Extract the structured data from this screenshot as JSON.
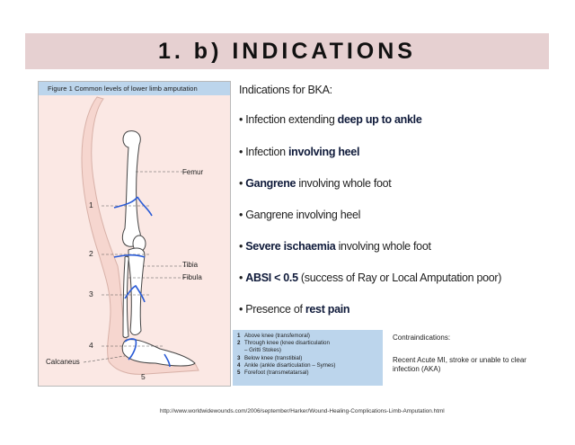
{
  "slide": {
    "title": "1. b) INDICATIONS"
  },
  "figure": {
    "caption": "Figure 1  Common levels of lower limb amputation",
    "labels": {
      "femur": "Femur",
      "tibia": "Tibia",
      "fibula": "Fibula",
      "calcaneus": "Calcaneus"
    },
    "levels": [
      "1",
      "2",
      "3",
      "4",
      "5"
    ],
    "legend": [
      {
        "num": "1",
        "text": "Above knee (transfemoral)"
      },
      {
        "num": "2",
        "text": "Through knee (knee disarticulation"
      },
      {
        "num": "",
        "text": "– Gritti Stokes)"
      },
      {
        "num": "3",
        "text": "Below knee (transtibial)"
      },
      {
        "num": "4",
        "text": "Ankle (ankle disarticulation – Symes)"
      },
      {
        "num": "5",
        "text": "Forefoot (transmetatarsal)"
      }
    ],
    "colors": {
      "panel_bg": "#fbe8e4",
      "caption_bg": "#bcd5ec",
      "cut_line": "#2a5bd6"
    }
  },
  "indications": {
    "heading": "Indications for BKA:",
    "bullets": [
      {
        "pre": "• Infection extending ",
        "bold": "deep up to ankle",
        "post": ""
      },
      {
        "pre": "• Infection ",
        "bold": "involving heel",
        "post": ""
      },
      {
        "pre": "• ",
        "bold": "Gangrene",
        "post": " involving whole foot"
      },
      {
        "pre": "• Gangrene involving heel",
        "bold": "",
        "post": ""
      },
      {
        "pre": "• ",
        "bold": "Severe ischaemia",
        "post": " involving whole foot"
      },
      {
        "pre": "• ",
        "bold": "ABSI < 0.5",
        "post": " (success of Ray or Local Amputation poor)"
      },
      {
        "pre": "• Presence of ",
        "bold": "rest pain",
        "post": ""
      }
    ]
  },
  "contraindications": {
    "heading": "Contraindications:",
    "lines": [
      "Recent Acute MI, stroke or unable to clear",
      "infection (AKA)"
    ]
  },
  "source_url": "http://www.worldwidewounds.com/2006/september/Harker/Wound-Healing-Complications-Limb-Amputation.html"
}
